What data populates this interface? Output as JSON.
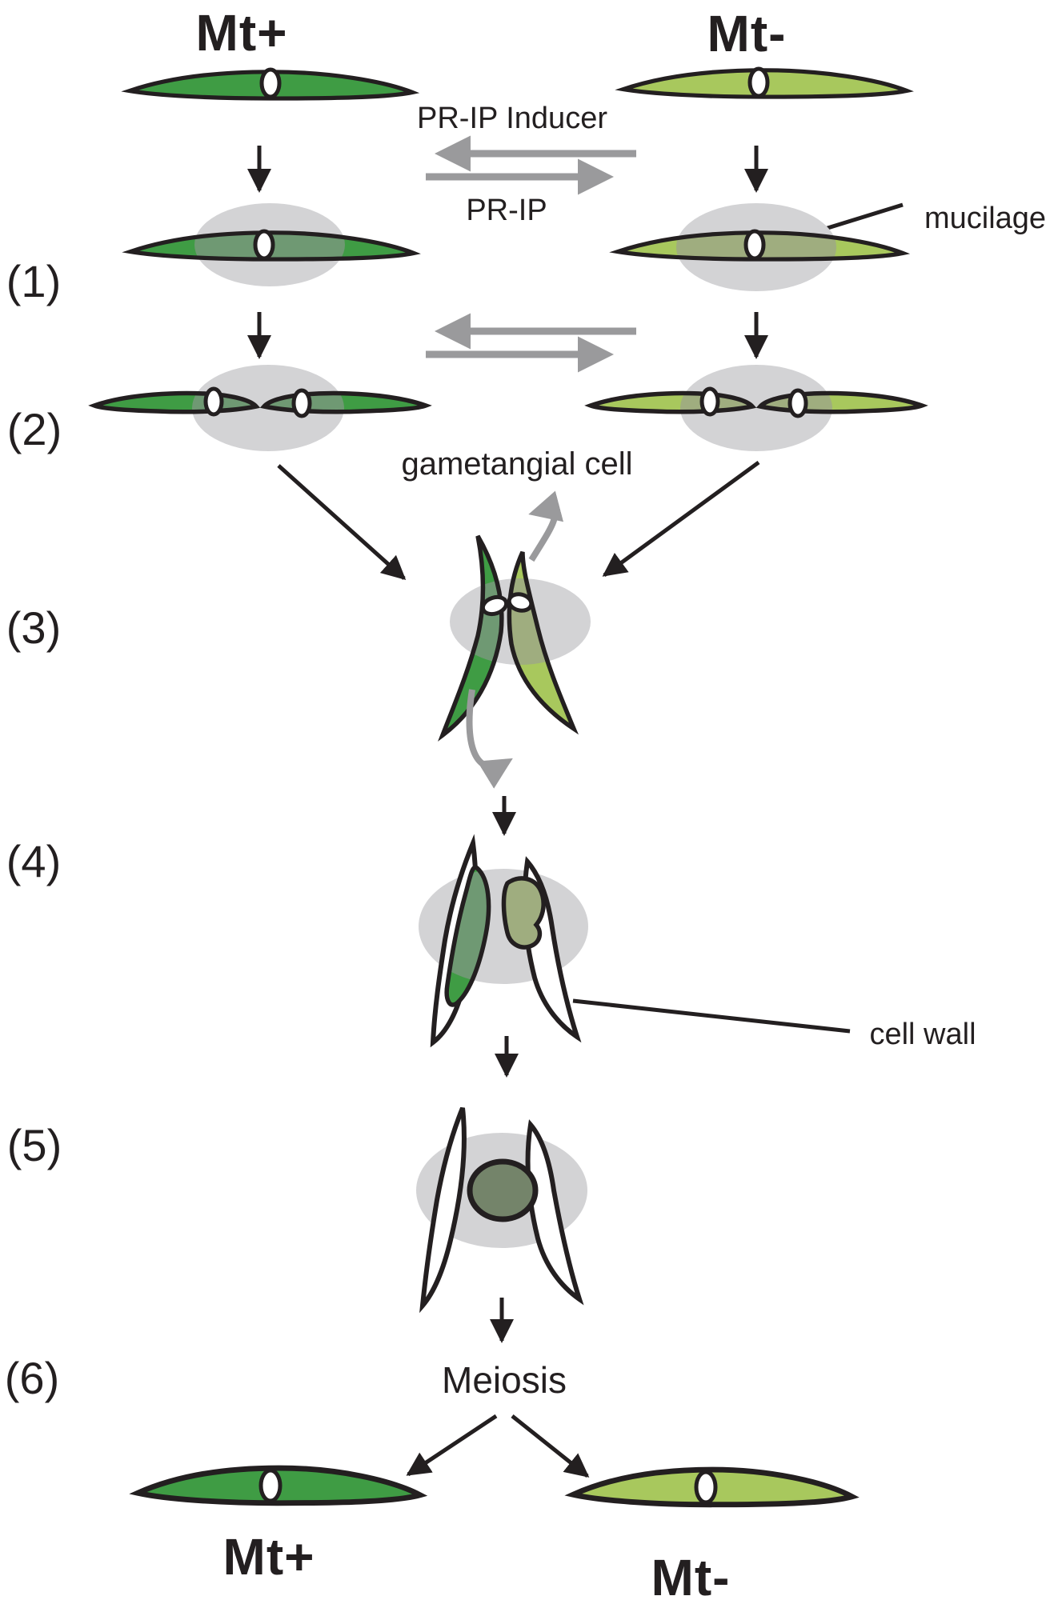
{
  "labels": {
    "mt_plus_top": "Mt+",
    "mt_minus_top": "Mt-",
    "pr_ip_inducer": "PR-IP Inducer",
    "pr_ip": "PR-IP",
    "mucilage": "mucilage",
    "gametangial_cell": "gametangial cell",
    "cell_wall": "cell wall",
    "meiosis": "Meiosis",
    "mt_plus_bottom": "Mt+",
    "mt_minus_bottom": "Mt-"
  },
  "step_numbers": [
    "(1)",
    "(2)",
    "(3)",
    "(4)",
    "(5)",
    "(6)"
  ],
  "colors": {
    "dark_green": "#3f9c44",
    "light_green": "#a8c85d",
    "mucilage_gray": "#d3d3d5",
    "overlay_gray": "#97979b",
    "arrow_gray": "#9a9a9c",
    "zygote_green": "#74846a",
    "ink": "#231f20"
  }
}
